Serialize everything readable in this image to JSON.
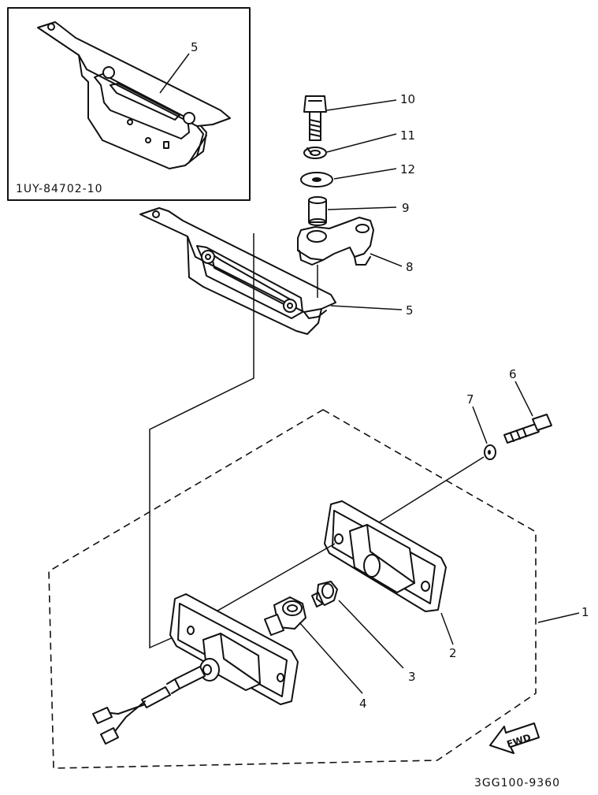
{
  "inset": {
    "part_code": "1UY-84702-10"
  },
  "drawing_number": "3GG100-9360",
  "fwd_label": "FWD",
  "callouts": [
    {
      "id": "1",
      "text": "1"
    },
    {
      "id": "2",
      "text": "2"
    },
    {
      "id": "3",
      "text": "3"
    },
    {
      "id": "4",
      "text": "4"
    },
    {
      "id": "5-inset",
      "text": "5"
    },
    {
      "id": "5",
      "text": "5"
    },
    {
      "id": "6",
      "text": "6"
    },
    {
      "id": "7",
      "text": "7"
    },
    {
      "id": "8",
      "text": "8"
    },
    {
      "id": "9",
      "text": "9"
    },
    {
      "id": "10",
      "text": "10"
    },
    {
      "id": "11",
      "text": "11"
    },
    {
      "id": "12",
      "text": "12"
    }
  ]
}
